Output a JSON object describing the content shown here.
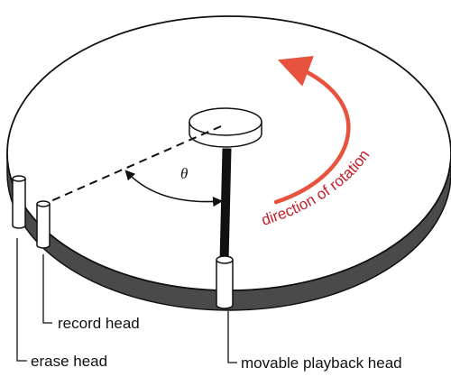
{
  "diagram": {
    "labels": {
      "erase_head": "erase head",
      "record_head": "record head",
      "playback_head": "movable playback head",
      "rotation": "direction of rotation",
      "angle": "θ"
    },
    "colors": {
      "rotation_arrow": "#e8533f",
      "rotation_text": "#c41e2a",
      "disk_rim": "#4a4a4a",
      "ink": "#111111"
    }
  }
}
